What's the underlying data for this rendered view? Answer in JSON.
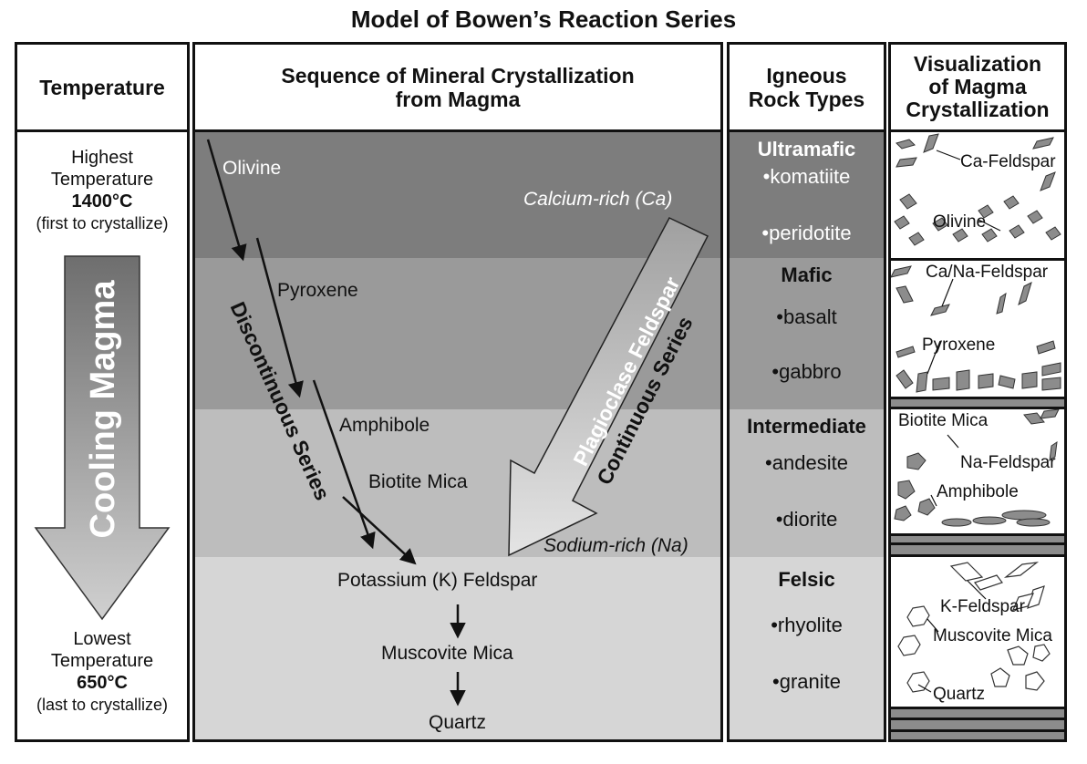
{
  "title": "Model of Bowen’s Reaction Series",
  "headers": {
    "temperature": "Temperature",
    "sequence_line1": "Sequence of Mineral Crystallization",
    "sequence_line2": "from Magma",
    "rock_line1": "Igneous",
    "rock_line2": "Rock Types",
    "vis_line1": "Visualization",
    "vis_line2": "of Magma",
    "vis_line3": "Crystallization"
  },
  "temperature": {
    "top_line1": "Highest",
    "top_line2": "Temperature",
    "top_value": "1400°C",
    "top_note": "(first to crystallize)",
    "arrow_label": "Cooling Magma",
    "bottom_line1": "Lowest",
    "bottom_line2": "Temperature",
    "bottom_value": "650°C",
    "bottom_note": "(last to crystallize)"
  },
  "sequence": {
    "olivine": "Olivine",
    "pyroxene": "Pyroxene",
    "amphibole": "Amphibole",
    "biotite": "Biotite Mica",
    "k_feldspar": "Potassium (K) Feldspar",
    "muscovite": "Muscovite Mica",
    "quartz": "Quartz",
    "discontinuous": "Discontinuous Series",
    "calcium_rich": "Calcium-rich (Ca)",
    "sodium_rich": "Sodium-rich (Na)",
    "plagioclase": "Plagioclase Feldspar",
    "continuous": "Continuous Series"
  },
  "rocks": {
    "ultramafic": {
      "name": "Ultramafic",
      "r1": "•komatiite",
      "r2": "•peridotite"
    },
    "mafic": {
      "name": "Mafic",
      "r1": "•basalt",
      "r2": "•gabbro"
    },
    "intermediate": {
      "name": "Intermediate",
      "r1": "•andesite",
      "r2": "•diorite"
    },
    "felsic": {
      "name": "Felsic",
      "r1": "•rhyolite",
      "r2": "•granite"
    }
  },
  "visual": {
    "ca_feldspar": "Ca-Feldspar",
    "olivine": "Olivine",
    "ca_na_feldspar": "Ca/Na-Feldspar",
    "pyroxene": "Pyroxene",
    "biotite": "Biotite Mica",
    "na_feldspar": "Na-Feldspar",
    "amphibole": "Amphibole",
    "k_feldspar": "K-Feldspar",
    "muscovite": "Muscovite Mica",
    "quartz": "Quartz"
  },
  "colors": {
    "band_ultramafic": "#7d7d7d",
    "band_mafic": "#9a9a9a",
    "band_intermediate": "#bdbdbd",
    "band_felsic": "#d6d6d6",
    "crystal": "#8c8c8c"
  }
}
